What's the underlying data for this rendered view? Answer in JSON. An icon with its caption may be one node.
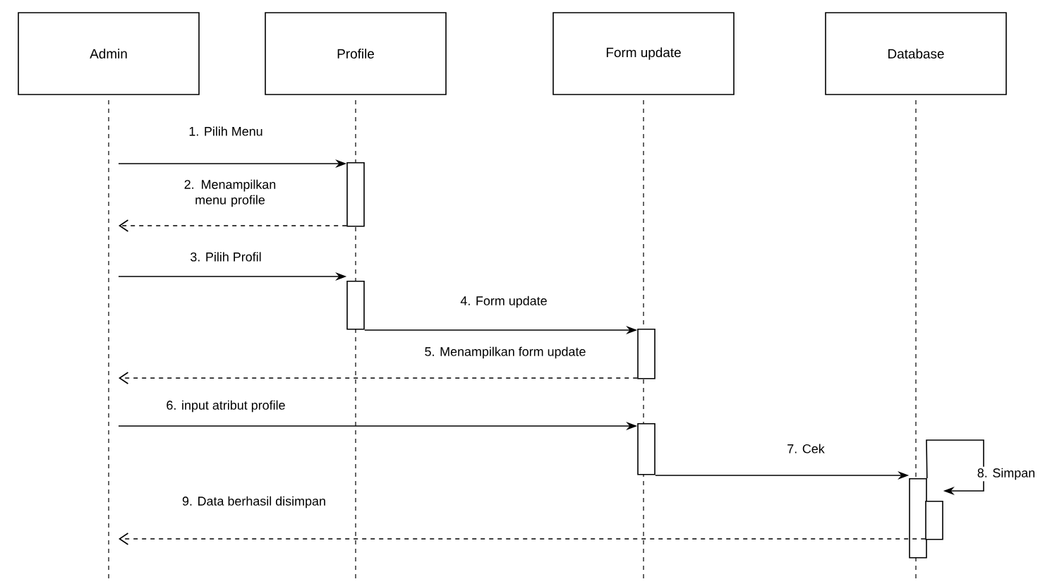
{
  "diagram": {
    "nodes": [
      {
        "text": [
          "Admin"
        ]
      },
      {
        "text": [
          "Profile"
        ]
      },
      {
        "text": [
          "Form update"
        ]
      },
      {
        "text": [
          "Database"
        ]
      },
      {
        "text": [],
        "shape": "bar"
      },
      {
        "text": [],
        "shape": "bar"
      },
      {
        "text": [],
        "shape": "bar"
      },
      {
        "text": [],
        "shape": "bar"
      },
      {
        "text": [],
        "shape": "bar"
      },
      {
        "text": [],
        "shape": "bar"
      }
    ],
    "edges": [
      {
        "from": null,
        "to": 4,
        "arrow": "to",
        "label": "1. Pilih Menu"
      },
      {
        "from": 4,
        "to": null,
        "arrow": "to",
        "label": "2. Menampilkan menu profile",
        "style": "dashed"
      },
      {
        "from": null,
        "to": 5,
        "arrow": "to",
        "label": "3. Pilih Profil"
      },
      {
        "from": 5,
        "to": 6,
        "arrow": "to",
        "label": "4. Form update"
      },
      {
        "from": 6,
        "to": null,
        "arrow": "to",
        "label": "5. Menampilkan form update",
        "style": "dashed"
      },
      {
        "from": null,
        "to": 7,
        "arrow": "to",
        "label": "6. input atribut profile"
      },
      {
        "from": 7,
        "to": 8,
        "arrow": "to",
        "label": "7. Cek"
      },
      {
        "from": 8,
        "to": 9,
        "arrow": "to",
        "label": "8. Simpan"
      },
      {
        "from": 9,
        "to": null,
        "arrow": "to",
        "label": "9. Data berhasil disimpan",
        "style": "dashed"
      }
    ]
  }
}
